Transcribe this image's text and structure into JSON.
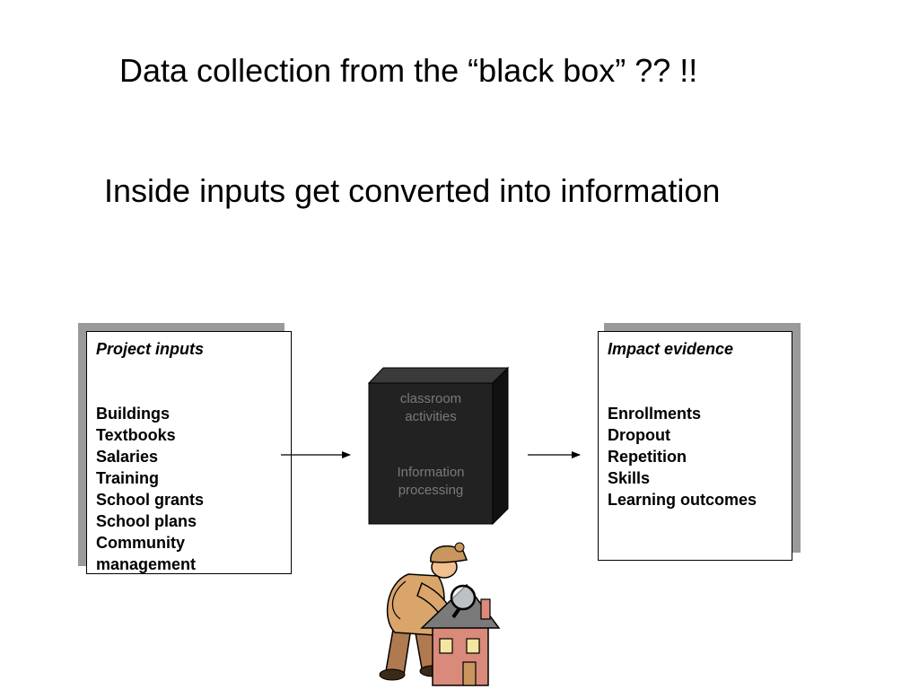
{
  "title": "Data collection from the “black box”  ?? !!",
  "subtitle": "Inside inputs get converted into information",
  "inputs_box": {
    "heading": "Project inputs",
    "items": [
      "Buildings",
      "Textbooks",
      "Salaries",
      "Training",
      "School grants",
      "School plans",
      "Community",
      "management"
    ]
  },
  "black_box": {
    "line1": "classroom",
    "line2": "activities",
    "line3": "Information",
    "line4": "processing"
  },
  "evidence_box": {
    "heading": "Impact evidence",
    "items": [
      "Enrollments",
      "Dropout",
      "Repetition",
      "Skills",
      "Learning outcomes"
    ]
  },
  "colors": {
    "cube_front": "#222222",
    "cube_side": "#111111",
    "shadow": "#9a9a9a"
  },
  "icons": [
    "detective-icon",
    "house-icon",
    "magnifying-glass-icon"
  ]
}
